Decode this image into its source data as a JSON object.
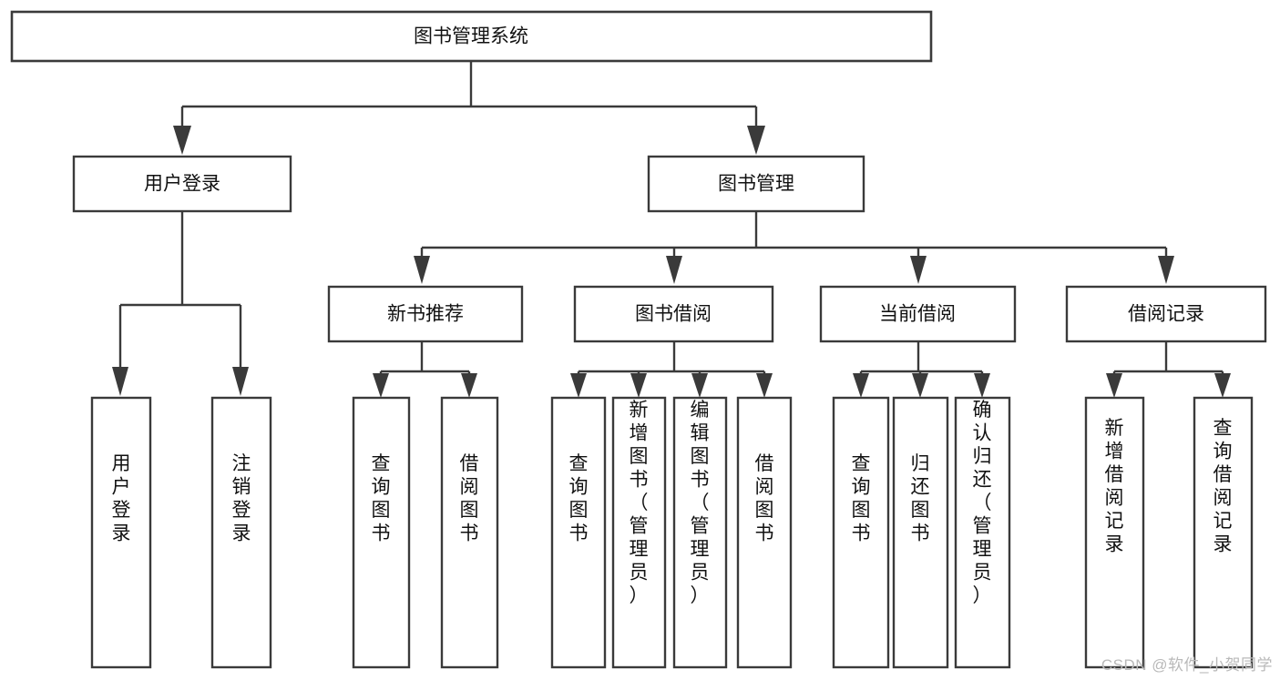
{
  "diagram": {
    "type": "tree-hierarchy",
    "orientation": "top-down",
    "title_node": "图书管理系统",
    "watermark": "CSDN @软件_小贺同学",
    "colors": {
      "box_stroke": "#3a3a3a",
      "box_fill": "#ffffff",
      "connector": "#3a3a3a",
      "text": "#111111",
      "watermark": "#b9b9b9",
      "background": "#ffffff"
    },
    "levels": {
      "level0": [
        "图书管理系统"
      ],
      "level1": [
        "用户登录",
        "图书管理"
      ],
      "level2": [
        "新书推荐",
        "图书借阅",
        "当前借阅",
        "借阅记录"
      ],
      "level3": [
        "用户登录",
        "注销登录",
        "查询图书",
        "借阅图书",
        "查询图书",
        "新增图书（管理员）",
        "编辑图书（管理员）",
        "借阅图书",
        "查询图书",
        "归还图书",
        "确认归还（管理员）",
        "新增借阅记录",
        "查询借阅记录"
      ]
    },
    "nodes": {
      "root": {
        "label": "图书管理系统"
      },
      "user_login": {
        "label": "用户登录"
      },
      "book_manage": {
        "label": "图书管理"
      },
      "new_book_rec": {
        "label": "新书推荐"
      },
      "book_borrow": {
        "label": "图书借阅"
      },
      "current_borrow": {
        "label": "当前借阅"
      },
      "borrow_record": {
        "label": "借阅记录"
      },
      "leaf_user_login": {
        "label": "用户登录"
      },
      "leaf_logout": {
        "label": "注销登录"
      },
      "leaf_query_book_a": {
        "label": "查询图书"
      },
      "leaf_borrow_book_a": {
        "label": "借阅图书"
      },
      "leaf_query_book_b": {
        "label": "查询图书"
      },
      "leaf_add_book": {
        "label": "新增图书（管理员）"
      },
      "leaf_edit_book": {
        "label": "编辑图书（管理员）"
      },
      "leaf_borrow_book_b": {
        "label": "借阅图书"
      },
      "leaf_query_book_c": {
        "label": "查询图书"
      },
      "leaf_return_book": {
        "label": "归还图书"
      },
      "leaf_confirm_return": {
        "label": "确认归还（管理员）"
      },
      "leaf_add_record": {
        "label": "新增借阅记录"
      },
      "leaf_query_record": {
        "label": "查询借阅记录"
      }
    },
    "edges": [
      {
        "from": "图书管理系统",
        "to": "用户登录"
      },
      {
        "from": "图书管理系统",
        "to": "图书管理"
      },
      {
        "from": "图书管理",
        "to": "新书推荐"
      },
      {
        "from": "图书管理",
        "to": "图书借阅"
      },
      {
        "from": "图书管理",
        "to": "当前借阅"
      },
      {
        "from": "图书管理",
        "to": "借阅记录"
      },
      {
        "from": "用户登录",
        "to": "用户登录"
      },
      {
        "from": "用户登录",
        "to": "注销登录"
      },
      {
        "from": "新书推荐",
        "to": "查询图书"
      },
      {
        "from": "新书推荐",
        "to": "借阅图书"
      },
      {
        "from": "图书借阅",
        "to": "查询图书"
      },
      {
        "from": "图书借阅",
        "to": "新增图书（管理员）"
      },
      {
        "from": "图书借阅",
        "to": "编辑图书（管理员）"
      },
      {
        "from": "图书借阅",
        "to": "借阅图书"
      },
      {
        "from": "当前借阅",
        "to": "查询图书"
      },
      {
        "from": "当前借阅",
        "to": "归还图书"
      },
      {
        "from": "当前借阅",
        "to": "确认归还（管理员）"
      },
      {
        "from": "借阅记录",
        "to": "新增借阅记录"
      },
      {
        "from": "借阅记录",
        "to": "查询借阅记录"
      }
    ]
  }
}
